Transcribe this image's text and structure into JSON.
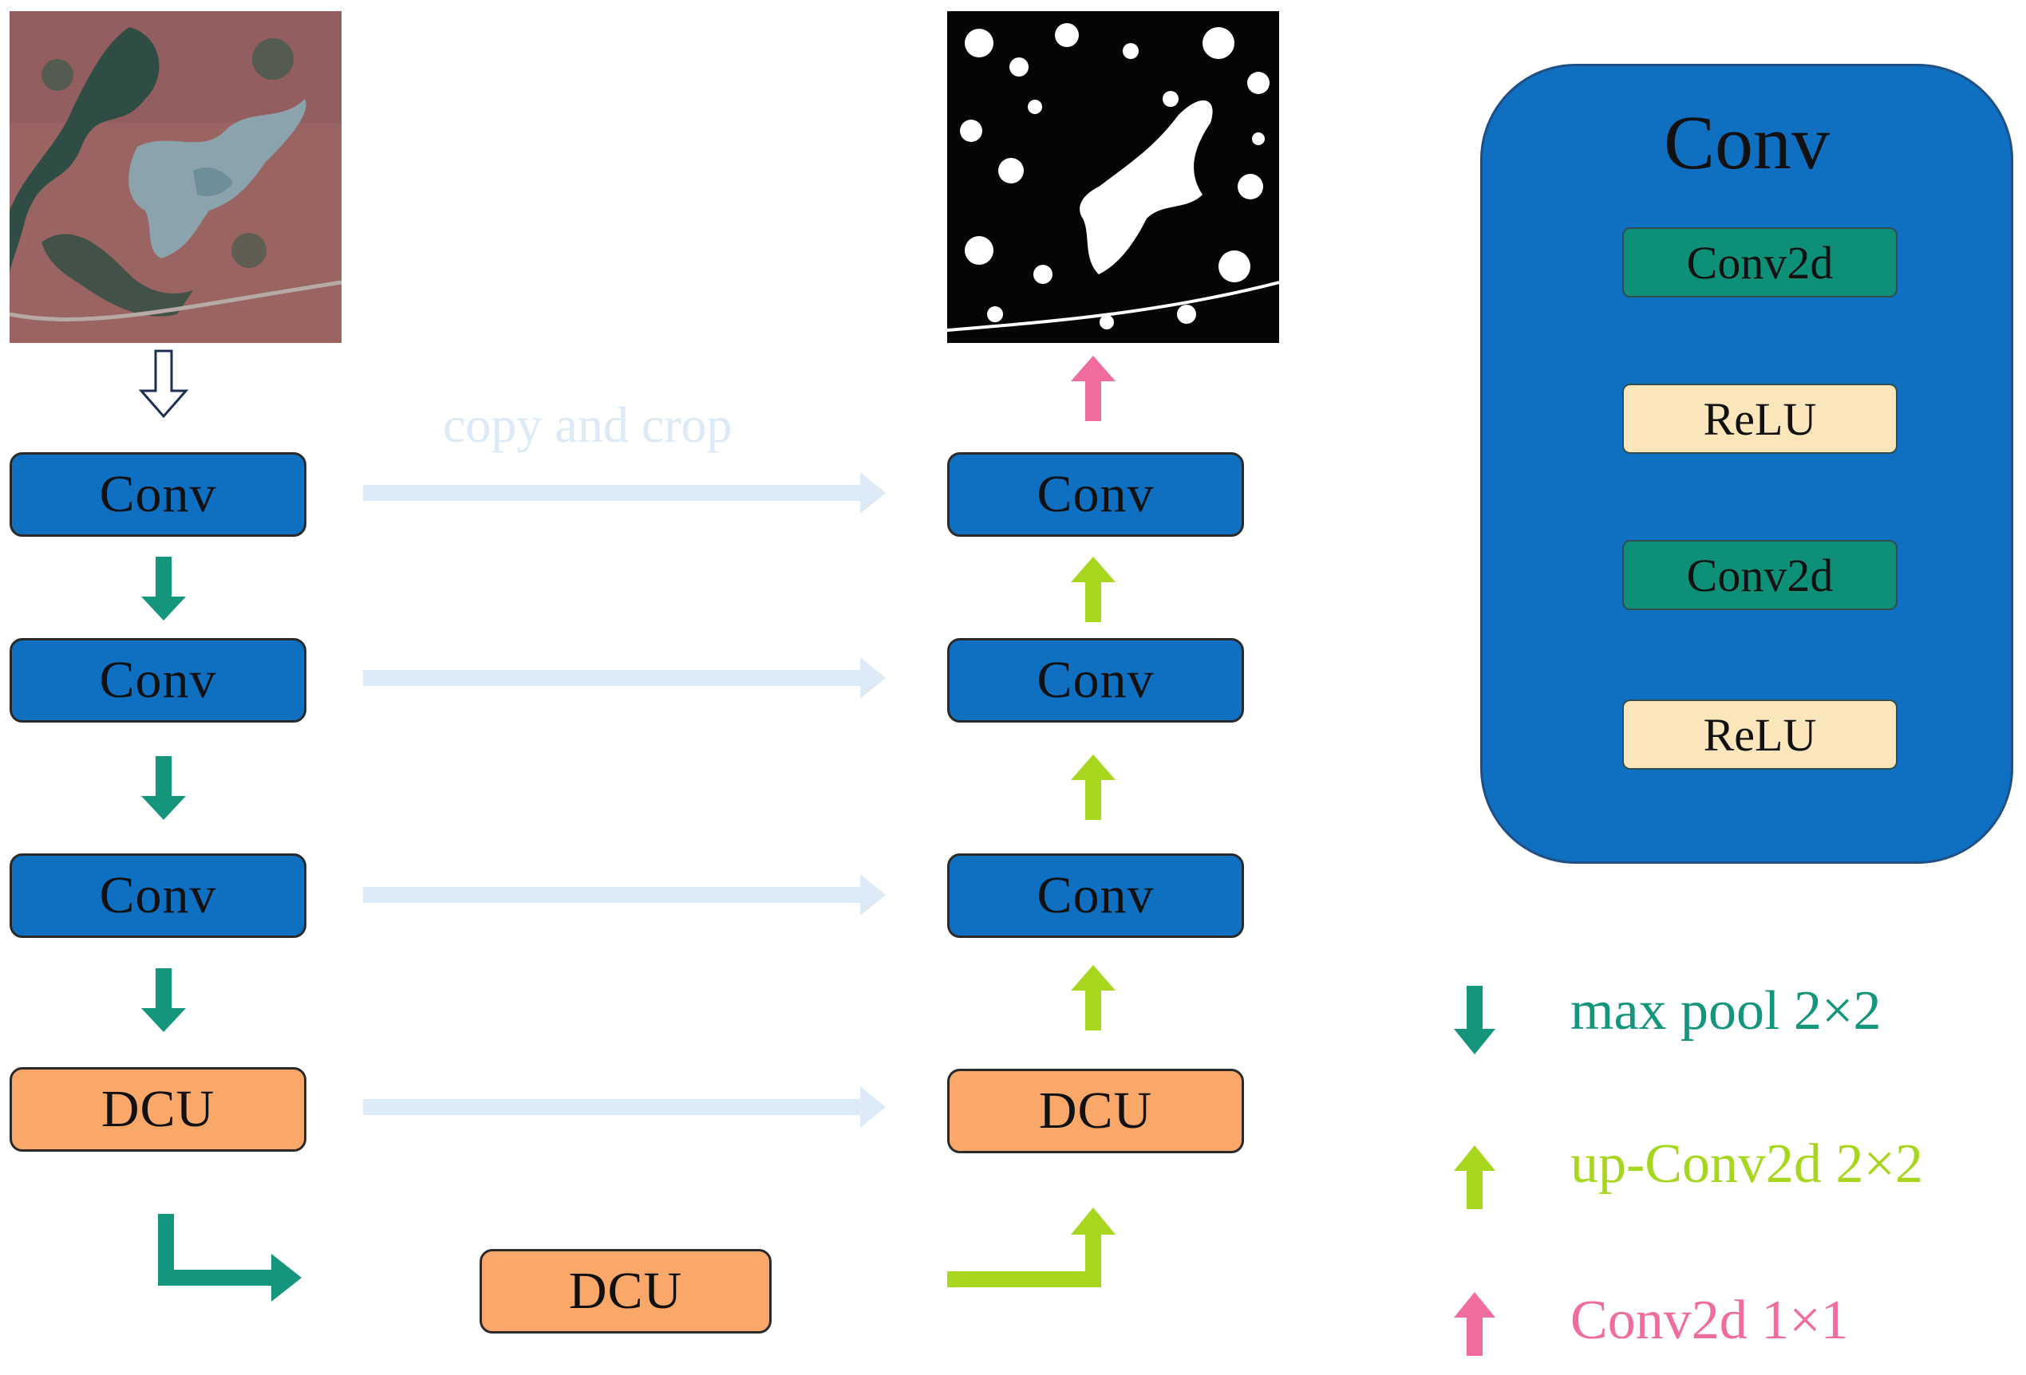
{
  "encoder": {
    "blocks": [
      "Conv",
      "Conv",
      "Conv",
      "DCU"
    ]
  },
  "decoder": {
    "blocks": [
      "Conv",
      "Conv",
      "Conv",
      "DCU"
    ]
  },
  "bottleneck": {
    "label": "DCU"
  },
  "skip": {
    "label": "copy and crop"
  },
  "conv_detail": {
    "title": "Conv",
    "layers": [
      "Conv2d",
      "ReLU",
      "Conv2d",
      "ReLU"
    ]
  },
  "legend": [
    {
      "text": "max  pool 2×2",
      "color": "#14957c"
    },
    {
      "text": "up-Conv2d 2×2",
      "color": "#a6d61d"
    },
    {
      "text": "Conv2d 1×1",
      "color": "#f06b9e"
    }
  ],
  "colors": {
    "conv_block": "#0f6fc0",
    "dcu_block": "#f9a86a",
    "conv2d_layer": "#0e8f78",
    "relu_layer": "#fbe6bb",
    "skip_arrow": "#dce9f7",
    "maxpool_arrow": "#14957c",
    "upconv_arrow": "#a6d61d",
    "conv1x1_arrow": "#f06b9e"
  },
  "images": {
    "input": "satellite-image",
    "output": "binary-water-mask"
  }
}
